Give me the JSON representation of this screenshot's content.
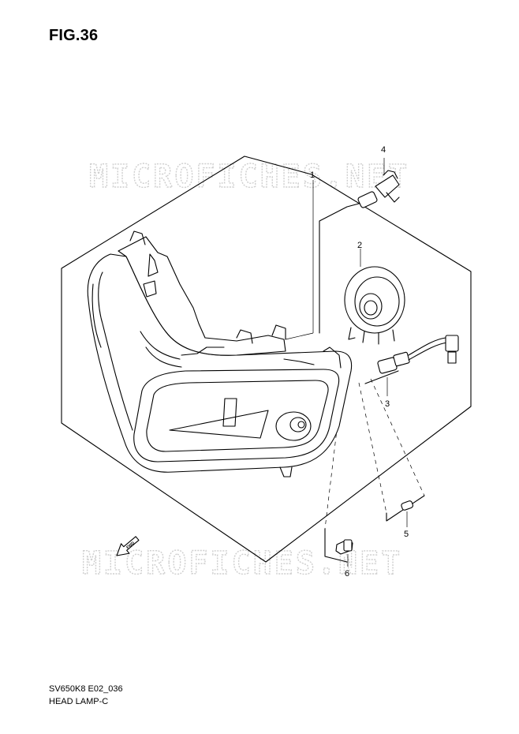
{
  "figure": {
    "title": "FIG.36",
    "code": "SV650K8 E02_036",
    "caption": "HEAD LAMP-C"
  },
  "watermark": {
    "text": "MICROFICHES.NET",
    "color": "#cfcfcf"
  },
  "parts": [
    {
      "number": "1"
    },
    {
      "number": "2"
    },
    {
      "number": "3"
    },
    {
      "number": "4"
    },
    {
      "number": "5"
    },
    {
      "number": "6"
    }
  ],
  "icons": {
    "fwd_arrow": "fwd-arrow-icon",
    "fwd_text": "FWD"
  }
}
